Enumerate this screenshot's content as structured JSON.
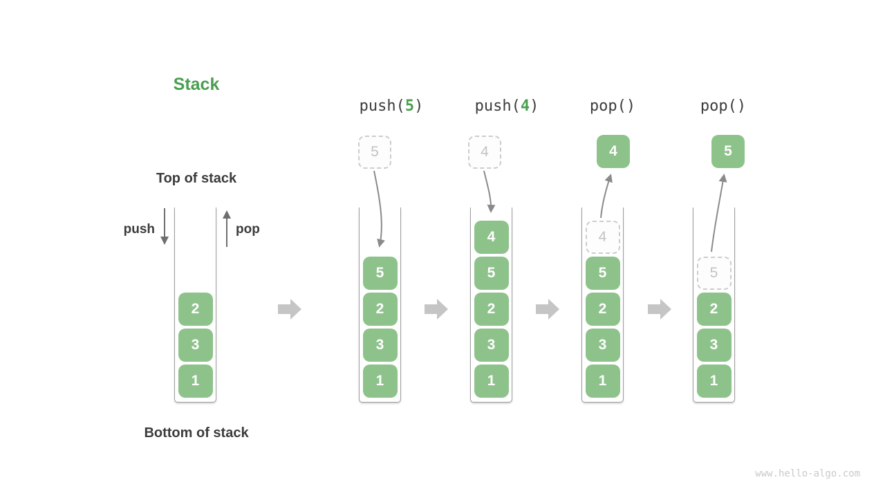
{
  "title": "Stack",
  "labels": {
    "top_of_stack": "Top of stack",
    "bottom_of_stack": "Bottom of stack",
    "push_arrow": "push",
    "pop_arrow": "pop"
  },
  "watermark": "www.hello-algo.com",
  "colors": {
    "title_green": "#4a9e50",
    "op_arg_green": "#4a9e50",
    "item_green": "#8ec28b",
    "item_text_white": "#ffffff",
    "text_dark": "#3b3b3b",
    "dashed_border_gray": "#cccccc",
    "dashed_text_gray": "#c2c2c2",
    "container_border_gray": "#9e9e9e",
    "arrow_dark": "#6e6e6e",
    "arrow_light": "#8a8a8a",
    "block_arrow_gray": "#c5c5c5",
    "watermark_gray": "#c9c9c9"
  },
  "columns": [
    {
      "name": "initial-stack",
      "op": {
        "prefix": "",
        "arg": "",
        "suffix": ""
      },
      "items": [
        {
          "value": "1"
        },
        {
          "value": "3"
        },
        {
          "value": "2"
        }
      ]
    },
    {
      "name": "after-push-5",
      "op": {
        "prefix": "push(",
        "arg": "5",
        "suffix": ")"
      },
      "floating": {
        "value": "5",
        "style": "dashed"
      },
      "items": [
        {
          "value": "1"
        },
        {
          "value": "3"
        },
        {
          "value": "2"
        },
        {
          "value": "5"
        }
      ]
    },
    {
      "name": "after-push-4",
      "op": {
        "prefix": "push(",
        "arg": "4",
        "suffix": ")"
      },
      "floating": {
        "value": "4",
        "style": "dashed"
      },
      "items": [
        {
          "value": "1"
        },
        {
          "value": "3"
        },
        {
          "value": "2"
        },
        {
          "value": "5"
        },
        {
          "value": "4"
        }
      ]
    },
    {
      "name": "after-pop-4",
      "op": {
        "prefix": "pop()",
        "arg": "",
        "suffix": ""
      },
      "floating": {
        "value": "4",
        "style": "solid"
      },
      "items": [
        {
          "value": "1"
        },
        {
          "value": "3"
        },
        {
          "value": "2"
        },
        {
          "value": "5"
        },
        {
          "value": "4",
          "removed": true
        }
      ]
    },
    {
      "name": "after-pop-5",
      "op": {
        "prefix": "pop()",
        "arg": "",
        "suffix": ""
      },
      "floating": {
        "value": "5",
        "style": "solid"
      },
      "items": [
        {
          "value": "1"
        },
        {
          "value": "3"
        },
        {
          "value": "2"
        },
        {
          "value": "5",
          "removed": true
        }
      ]
    }
  ]
}
